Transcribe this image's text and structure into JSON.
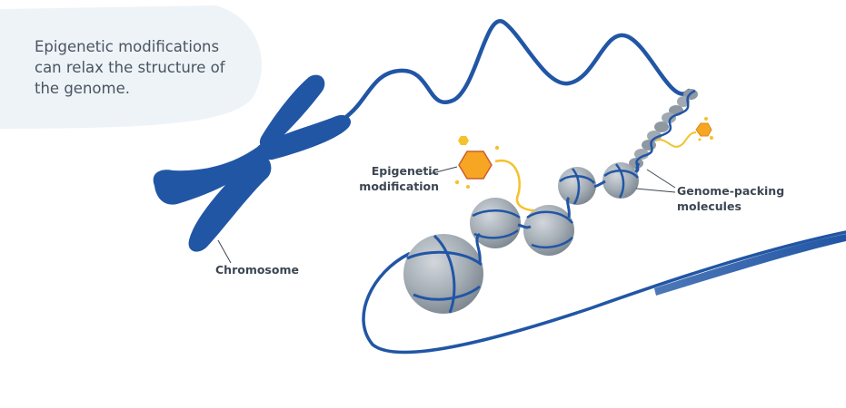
{
  "caption": {
    "lines": [
      "Epigenetic modifications",
      "can relax the structure of",
      "the genome."
    ]
  },
  "labels": {
    "chromosome": "Chromosome",
    "epigenetic_modification": [
      "Epigenetic",
      "modification"
    ],
    "genome_packing_molecules": [
      "Genome-packing",
      "molecules"
    ]
  },
  "icons": {
    "chromosome": "chromosome-icon",
    "dna_strand": "dna-strand-icon",
    "histone": "histone-sphere-icon",
    "epigenetic_tag": "hexagon-icon"
  },
  "colors": {
    "dna_blue": "#2156a5",
    "histone_gray": "#9aa3ab",
    "tag_orange": "#f6a623",
    "tag_yellow": "#f3c22c",
    "caption_bg": "#eef3f8",
    "text": "#3c4652"
  }
}
